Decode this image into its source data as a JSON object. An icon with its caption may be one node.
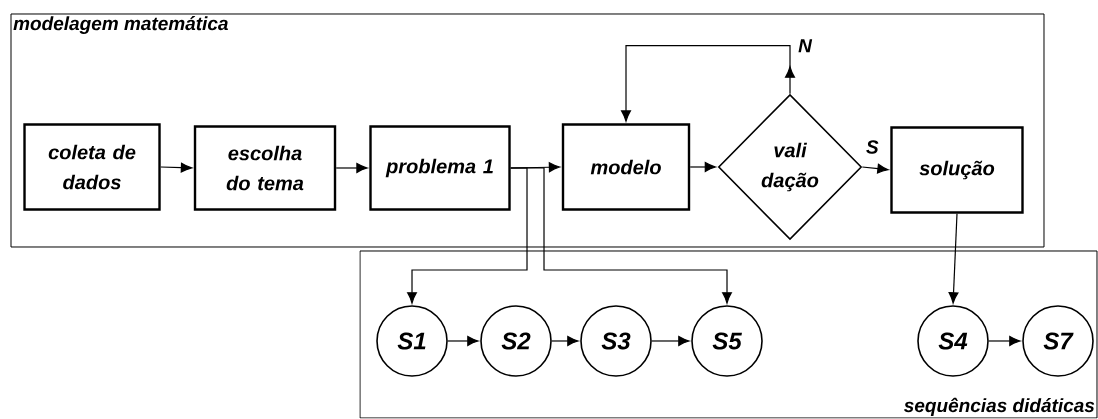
{
  "diagram": {
    "nodes": [
      {
        "text": [
          "modelagem matemática"
        ]
      },
      {
        "text": [
          "coleta de dados"
        ],
        "in": 0
      },
      {
        "text": [
          "escolha do tema"
        ],
        "in": 0
      },
      {
        "text": [
          "problema 1"
        ],
        "in": 0
      },
      {
        "text": [
          "modelo"
        ],
        "in": 0
      },
      {
        "text": [
          "vali dação"
        ],
        "in": 0
      },
      {
        "text": [
          "solução"
        ],
        "in": 0
      },
      {
        "text": [
          "sequências didáticas"
        ]
      },
      {
        "text": [
          "S1"
        ],
        "in": 7
      },
      {
        "text": [
          "S2"
        ],
        "in": 7
      },
      {
        "text": [
          "S3"
        ],
        "in": 7
      },
      {
        "text": [
          "S5"
        ],
        "in": 7
      },
      {
        "text": [
          "S4"
        ],
        "in": 7
      },
      {
        "text": [
          "S7"
        ],
        "in": 7
      }
    ],
    "edges": [
      {
        "from": 1,
        "to": 2,
        "arrow": "to"
      },
      {
        "from": 2,
        "to": 3,
        "arrow": "to"
      },
      {
        "from": 3,
        "to": 4,
        "arrow": "to"
      },
      {
        "from": 4,
        "to": 5,
        "arrow": "to"
      },
      {
        "from": 5,
        "to": 4,
        "arrow": "to",
        "label": "N"
      },
      {
        "from": 5,
        "to": 6,
        "arrow": "to",
        "label": "S"
      },
      {
        "from": 3,
        "to": 8,
        "arrow": "to"
      },
      {
        "from": 3,
        "to": 11,
        "arrow": "to"
      },
      {
        "from": 6,
        "to": 12,
        "arrow": "to"
      },
      {
        "from": 8,
        "to": 9,
        "arrow": "to"
      },
      {
        "from": 9,
        "to": 10,
        "arrow": "to"
      },
      {
        "from": 10,
        "to": 11,
        "arrow": "to"
      },
      {
        "from": 12,
        "to": 13,
        "arrow": "to"
      }
    ]
  }
}
